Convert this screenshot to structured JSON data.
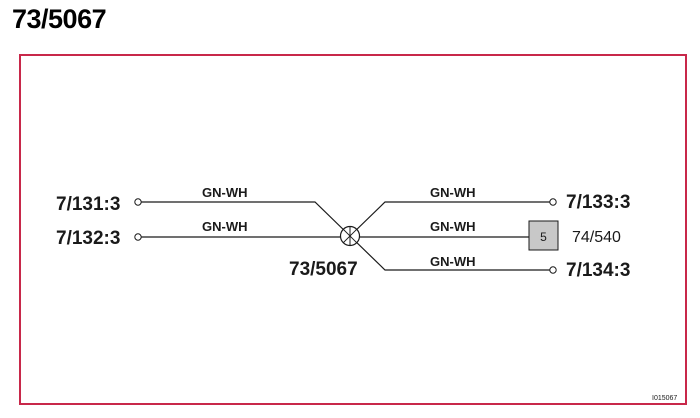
{
  "title": "73/5067",
  "colors": {
    "frame": "#c8284a",
    "wire": "#1a1a1a",
    "connector_fill": "#c8c8c8"
  },
  "terminals": {
    "left_top": "7/131:3",
    "left_bottom": "7/132:3",
    "right_top": "7/133:3",
    "right_bottom": "7/134:3"
  },
  "wires": {
    "left_top": "GN-WH",
    "left_bottom": "GN-WH",
    "right_top": "GN-WH",
    "right_middle": "GN-WH",
    "right_bottom": "GN-WH"
  },
  "splice": {
    "label": "73/5067",
    "icon": "splice-point-icon"
  },
  "connector": {
    "pin": "5",
    "label": "74/540"
  },
  "reference_code": "I015067"
}
